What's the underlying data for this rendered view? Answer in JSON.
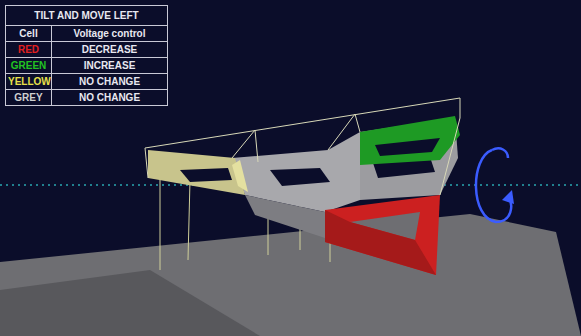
{
  "diagram": {
    "title": "TILT AND MOVE LEFT",
    "labels": [
      "Cell",
      "Voltage control",
      "RED",
      "DECREASE",
      "GREEN",
      "INCREASE",
      "YELLOW",
      "NO CHANGE",
      "GREY",
      "NO CHANGE"
    ]
  }
}
